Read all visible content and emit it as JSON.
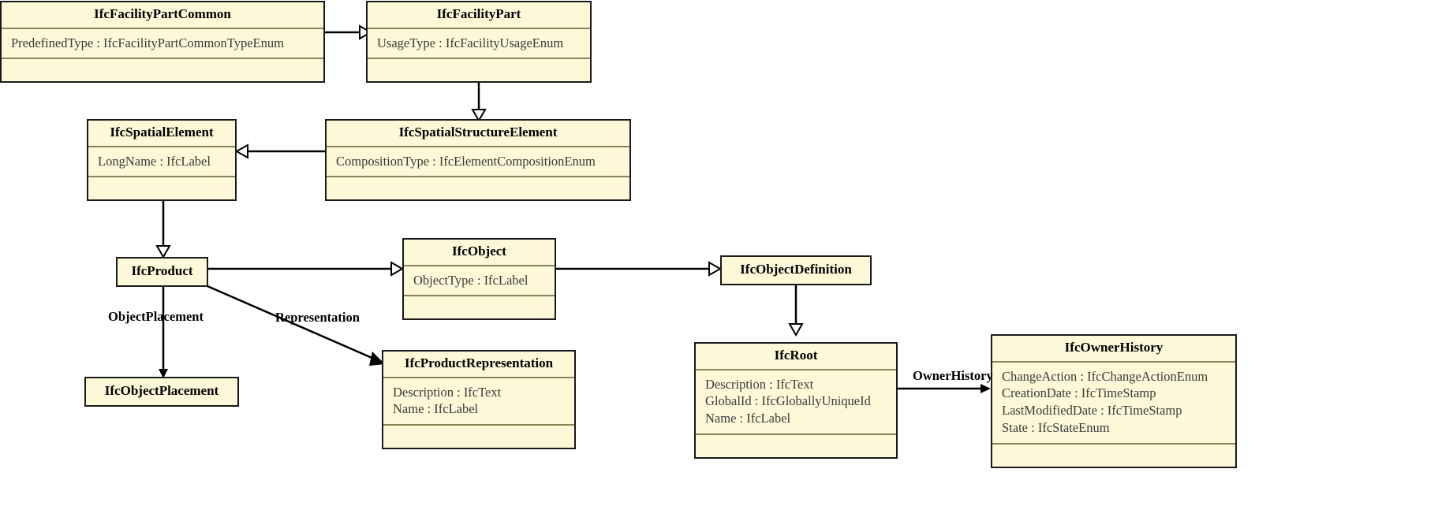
{
  "diagram": {
    "title": "IFC entity inheritance class diagram",
    "type": "uml-class-diagram",
    "colors": {
      "class_fill": "#fcf8d8",
      "class_border": "#1a1a1a",
      "compartment_divider": "#8a8357",
      "edge": "#000000",
      "background": "#ffffff"
    }
  },
  "classes": [
    {
      "id": "IfcFacilityPartCommon",
      "name": "IfcFacilityPartCommon",
      "attributes": [
        "PredefinedType : IfcFacilityPartCommonTypeEnum"
      ],
      "has_operations_compartment": true
    },
    {
      "id": "IfcFacilityPart",
      "name": "IfcFacilityPart",
      "attributes": [
        "UsageType : IfcFacilityUsageEnum"
      ],
      "has_operations_compartment": true
    },
    {
      "id": "IfcSpatialElement",
      "name": "IfcSpatialElement",
      "attributes": [
        "LongName : IfcLabel"
      ],
      "has_operations_compartment": true
    },
    {
      "id": "IfcSpatialStructureElement",
      "name": "IfcSpatialStructureElement",
      "attributes": [
        "CompositionType : IfcElementCompositionEnum"
      ],
      "has_operations_compartment": true
    },
    {
      "id": "IfcProduct",
      "name": "IfcProduct",
      "attributes": [],
      "has_operations_compartment": false
    },
    {
      "id": "IfcObject",
      "name": "IfcObject",
      "attributes": [
        "ObjectType : IfcLabel"
      ],
      "has_operations_compartment": true
    },
    {
      "id": "IfcObjectDefinition",
      "name": "IfcObjectDefinition",
      "attributes": [],
      "has_operations_compartment": false
    },
    {
      "id": "IfcObjectPlacement",
      "name": "IfcObjectPlacement",
      "attributes": [],
      "has_operations_compartment": false
    },
    {
      "id": "IfcProductRepresentation",
      "name": "IfcProductRepresentation",
      "attributes": [
        "Description : IfcText",
        "Name : IfcLabel"
      ],
      "has_operations_compartment": true
    },
    {
      "id": "IfcRoot",
      "name": "IfcRoot",
      "attributes": [
        "Description : IfcText",
        "GlobalId : IfcGloballyUniqueId",
        "Name : IfcLabel"
      ],
      "has_operations_compartment": true
    },
    {
      "id": "IfcOwnerHistory",
      "name": "IfcOwnerHistory",
      "attributes": [
        "ChangeAction : IfcChangeActionEnum",
        "CreationDate : IfcTimeStamp",
        "LastModifiedDate : IfcTimeStamp",
        "State : IfcStateEnum"
      ],
      "has_operations_compartment": true
    }
  ],
  "relationships": [
    {
      "id": "r1",
      "from": "IfcFacilityPartCommon",
      "to": "IfcFacilityPart",
      "kind": "generalization",
      "label": ""
    },
    {
      "id": "r2",
      "from": "IfcFacilityPart",
      "to": "IfcSpatialStructureElement",
      "kind": "generalization",
      "label": ""
    },
    {
      "id": "r3",
      "from": "IfcSpatialStructureElement",
      "to": "IfcSpatialElement",
      "kind": "generalization",
      "label": ""
    },
    {
      "id": "r4",
      "from": "IfcSpatialElement",
      "to": "IfcProduct",
      "kind": "generalization",
      "label": ""
    },
    {
      "id": "r5",
      "from": "IfcProduct",
      "to": "IfcObject",
      "kind": "generalization",
      "label": ""
    },
    {
      "id": "r6",
      "from": "IfcObject",
      "to": "IfcObjectDefinition",
      "kind": "generalization",
      "label": ""
    },
    {
      "id": "r7",
      "from": "IfcObjectDefinition",
      "to": "IfcRoot",
      "kind": "generalization",
      "label": ""
    },
    {
      "id": "r8",
      "from": "IfcProduct",
      "to": "IfcObjectPlacement",
      "kind": "association",
      "label": "ObjectPlacement"
    },
    {
      "id": "r9",
      "from": "IfcProduct",
      "to": "IfcProductRepresentation",
      "kind": "association",
      "label": "Representation"
    },
    {
      "id": "r10",
      "from": "IfcRoot",
      "to": "IfcOwnerHistory",
      "kind": "association",
      "label": "OwnerHistory"
    }
  ],
  "edge_labels": {
    "object_placement": "ObjectPlacement",
    "representation": "Representation",
    "owner_history": "OwnerHistory"
  }
}
